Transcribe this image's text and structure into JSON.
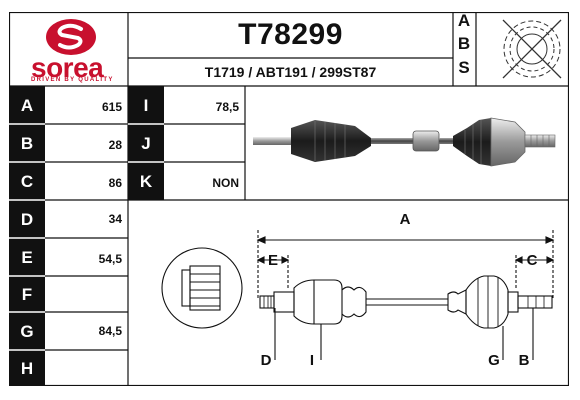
{
  "brand": {
    "name": "sorea",
    "tagline": "DRIVEN BY QUALITY",
    "color": "#c8102e"
  },
  "header": {
    "part_number": "T78299",
    "cross_refs": "T1719 / ABT191 / 299ST87"
  },
  "abs_letters": [
    "A",
    "B",
    "S"
  ],
  "dimensions_left": [
    {
      "label": "A",
      "value": "615"
    },
    {
      "label": "B",
      "value": "28"
    },
    {
      "label": "C",
      "value": "86"
    },
    {
      "label": "D",
      "value": "34"
    },
    {
      "label": "E",
      "value": "54,5"
    },
    {
      "label": "F",
      "value": ""
    },
    {
      "label": "G",
      "value": "84,5"
    },
    {
      "label": "H",
      "value": ""
    }
  ],
  "dimensions_right": [
    {
      "label": "I",
      "value": "78,5"
    },
    {
      "label": "J",
      "value": ""
    },
    {
      "label": "K",
      "value": "NON"
    }
  ],
  "diagram_labels": {
    "a": "A",
    "e": "E",
    "c": "C",
    "d": "D",
    "i": "I",
    "g": "G",
    "b": "B"
  }
}
